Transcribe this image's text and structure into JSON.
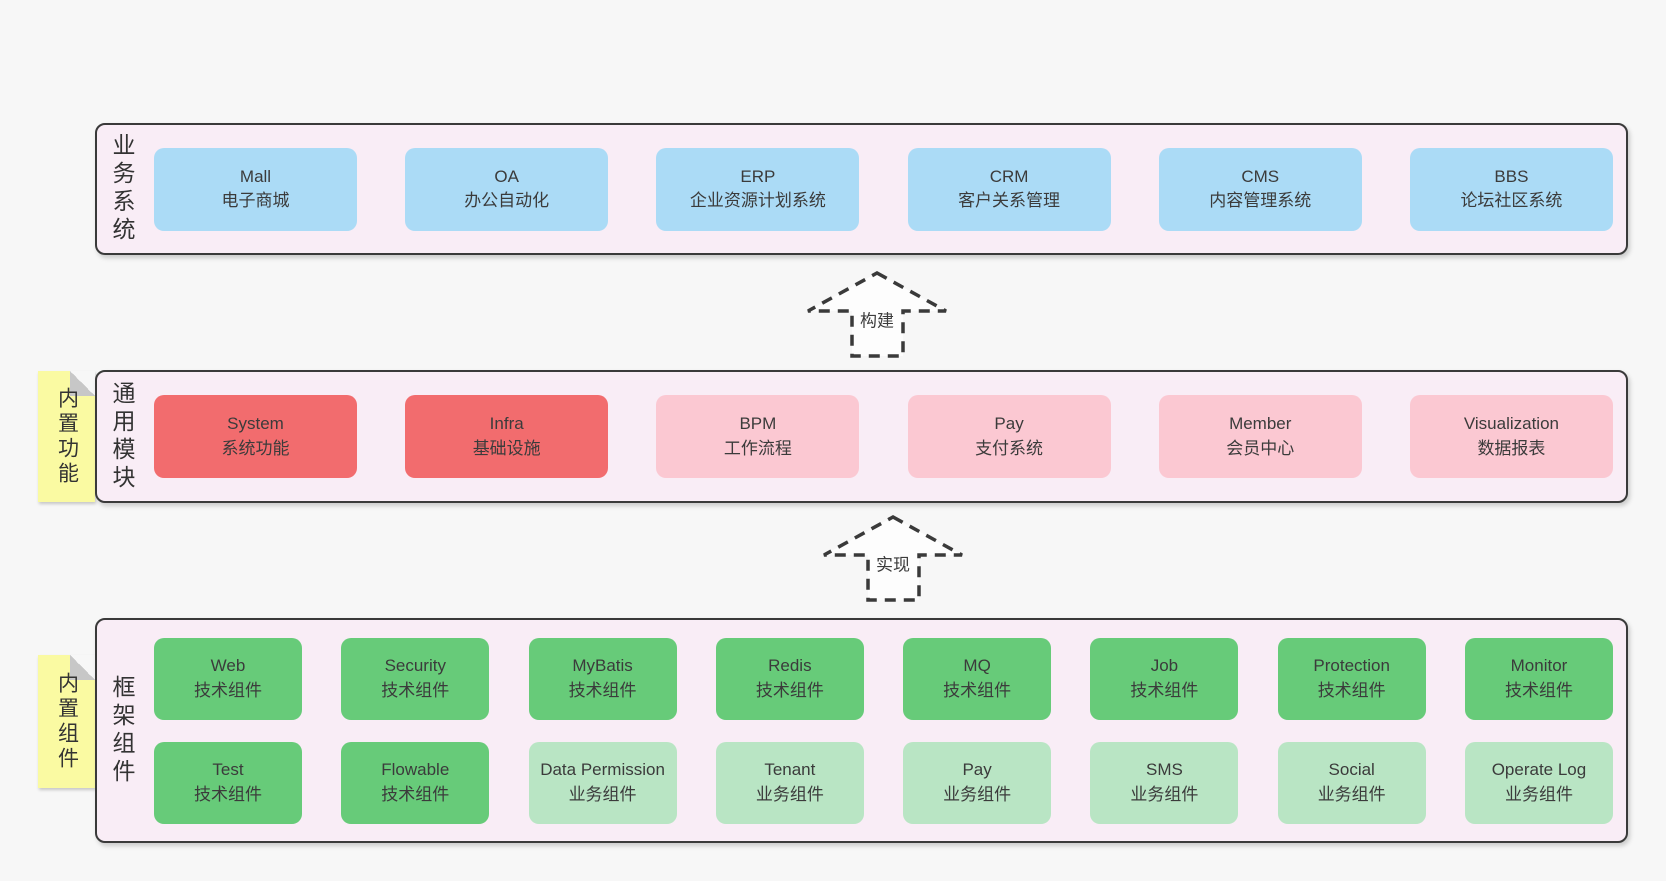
{
  "colors": {
    "page_bg": "#f7f7f7",
    "band_bg": "#f9edf6",
    "band_border": "#3a3a3a",
    "box_blue": "#abdbf6",
    "box_red": "#f26c6e",
    "box_pink": "#fbc8d2",
    "box_green": "#67cb79",
    "box_green_light": "#b9e5c4",
    "note_yellow": "#fafaa2",
    "note_fold_gray": "#c7c7c7",
    "text": "#3b3b3b"
  },
  "arrows": [
    {
      "label": "构建"
    },
    {
      "label": "实现"
    }
  ],
  "bands": [
    {
      "id": "business-systems",
      "label": "业务系统",
      "sticky_note": null,
      "rows": [
        [
          {
            "name": "Mall",
            "desc": "电子商城",
            "type": "blue"
          },
          {
            "name": "OA",
            "desc": "办公自动化",
            "type": "blue"
          },
          {
            "name": "ERP",
            "desc": "企业资源计划系统",
            "type": "blue"
          },
          {
            "name": "CRM",
            "desc": "客户关系管理",
            "type": "blue"
          },
          {
            "name": "CMS",
            "desc": "内容管理系统",
            "type": "blue"
          },
          {
            "name": "BBS",
            "desc": "论坛社区系统",
            "type": "blue"
          }
        ]
      ]
    },
    {
      "id": "common-modules",
      "label": "通用模块",
      "sticky_note": "内置功能",
      "rows": [
        [
          {
            "name": "System",
            "desc": "系统功能",
            "type": "red"
          },
          {
            "name": "Infra",
            "desc": "基础设施",
            "type": "red"
          },
          {
            "name": "BPM",
            "desc": "工作流程",
            "type": "pink"
          },
          {
            "name": "Pay",
            "desc": "支付系统",
            "type": "pink"
          },
          {
            "name": "Member",
            "desc": "会员中心",
            "type": "pink"
          },
          {
            "name": "Visualization",
            "desc": "数据报表",
            "type": "pink"
          }
        ]
      ]
    },
    {
      "id": "framework-components",
      "label": "框架组件",
      "sticky_note": "内置组件",
      "rows": [
        [
          {
            "name": "Web",
            "desc": "技术组件",
            "type": "green"
          },
          {
            "name": "Security",
            "desc": "技术组件",
            "type": "green"
          },
          {
            "name": "MyBatis",
            "desc": "技术组件",
            "type": "green"
          },
          {
            "name": "Redis",
            "desc": "技术组件",
            "type": "green"
          },
          {
            "name": "MQ",
            "desc": "技术组件",
            "type": "green"
          },
          {
            "name": "Job",
            "desc": "技术组件",
            "type": "green"
          },
          {
            "name": "Protection",
            "desc": "技术组件",
            "type": "green"
          },
          {
            "name": "Monitor",
            "desc": "技术组件",
            "type": "green"
          }
        ],
        [
          {
            "name": "Test",
            "desc": "技术组件",
            "type": "green"
          },
          {
            "name": "Flowable",
            "desc": "技术组件",
            "type": "green"
          },
          {
            "name": "Data Permission",
            "desc": "业务组件",
            "type": "green-light"
          },
          {
            "name": "Tenant",
            "desc": "业务组件",
            "type": "green-light"
          },
          {
            "name": "Pay",
            "desc": "业务组件",
            "type": "green-light"
          },
          {
            "name": "SMS",
            "desc": "业务组件",
            "type": "green-light"
          },
          {
            "name": "Social",
            "desc": "业务组件",
            "type": "green-light"
          },
          {
            "name": "Operate Log",
            "desc": "业务组件",
            "type": "green-light"
          }
        ]
      ]
    }
  ]
}
